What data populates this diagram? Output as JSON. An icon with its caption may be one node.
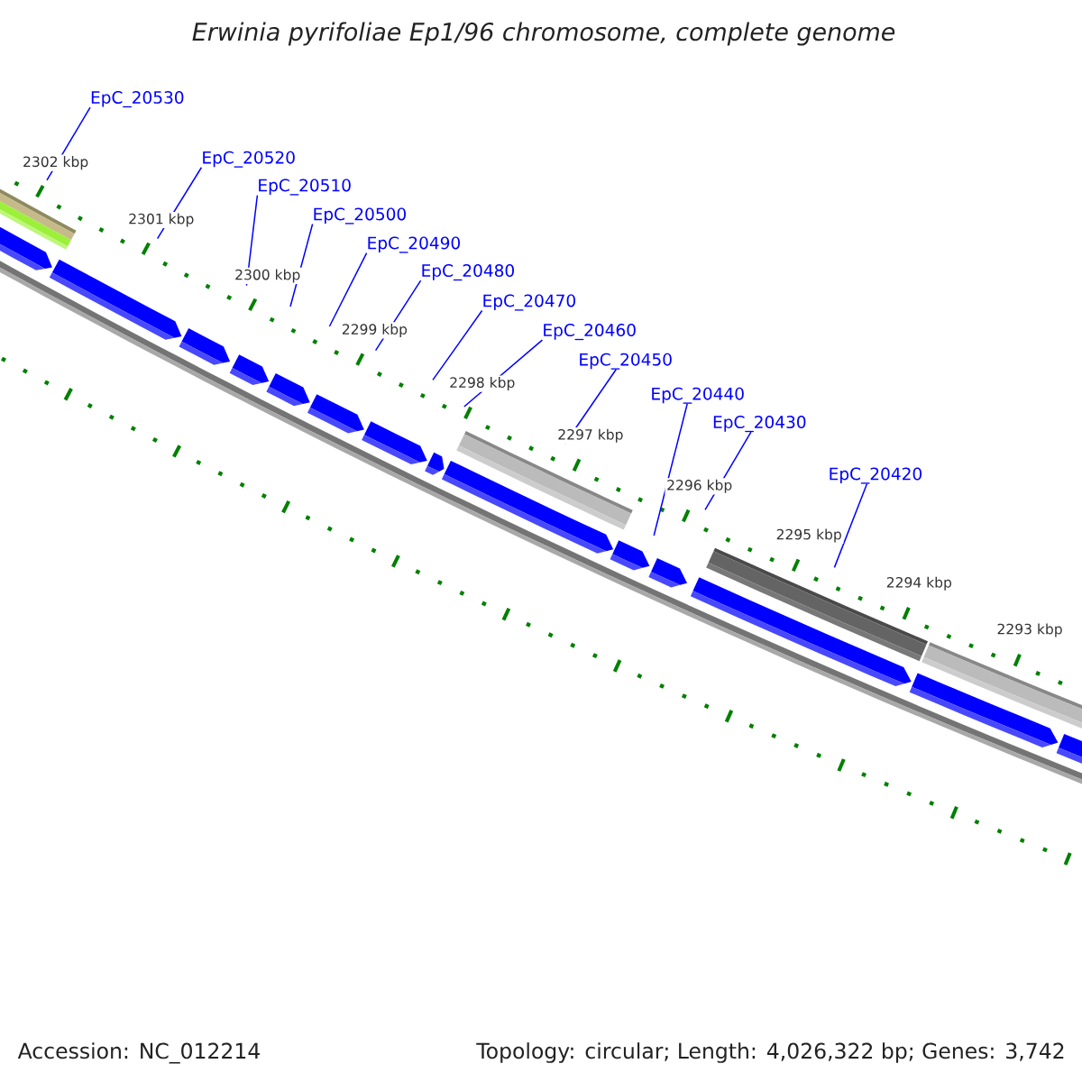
{
  "diagram": {
    "title": "Erwinia pyrifoliae Ep1/96 chromosome, complete genome",
    "nodes": [
      {
        "text": [
          "EpC_20530"
        ]
      },
      {
        "text": [
          "EpC_20520"
        ]
      },
      {
        "text": [
          "EpC_20510"
        ]
      },
      {
        "text": [
          "EpC_20500"
        ]
      },
      {
        "text": [
          "EpC_20490"
        ]
      },
      {
        "text": [
          "EpC_20480"
        ]
      },
      {
        "text": [
          "EpC_20470"
        ]
      },
      {
        "text": [
          "EpC_20460"
        ]
      },
      {
        "text": [
          "EpC_20450"
        ]
      },
      {
        "text": [
          "EpC_20440"
        ]
      },
      {
        "text": [
          "EpC_20430"
        ]
      },
      {
        "text": [
          "EpC_20420"
        ]
      },
      {
        "text": [],
        "shape": "bar"
      },
      {
        "text": [],
        "shape": "bar"
      },
      {
        "text": [],
        "shape": "bar"
      },
      {
        "text": [],
        "shape": "bar"
      },
      {
        "text": [],
        "shape": "arrow"
      },
      {
        "text": [],
        "shape": "arrow"
      },
      {
        "text": [],
        "shape": "arrow"
      },
      {
        "text": [],
        "shape": "arrow"
      },
      {
        "text": [],
        "shape": "arrow"
      },
      {
        "text": [],
        "shape": "arrow"
      },
      {
        "text": [],
        "shape": "arrow"
      },
      {
        "text": [],
        "shape": "arrow"
      },
      {
        "text": [],
        "shape": "arrow"
      },
      {
        "text": [],
        "shape": "arrow"
      },
      {
        "text": [],
        "shape": "arrow"
      },
      {
        "text": [],
        "shape": "arrow"
      },
      {
        "text": [],
        "shape": "arrow"
      },
      {
        "text": [],
        "shape": "arrow"
      }
    ],
    "edges": [
      {
        "from": 0,
        "to": 12,
        "arrow": "none"
      },
      {
        "from": 1,
        "to": 17,
        "arrow": "none"
      },
      {
        "from": 2,
        "to": 18,
        "arrow": "none"
      },
      {
        "from": 3,
        "to": 19,
        "arrow": "none"
      },
      {
        "from": 4,
        "to": 20,
        "arrow": "none"
      },
      {
        "from": 5,
        "to": 21,
        "arrow": "none"
      },
      {
        "from": 6,
        "to": 22,
        "arrow": "none"
      },
      {
        "from": 7,
        "to": 13,
        "arrow": "none"
      },
      {
        "from": 8,
        "to": 13,
        "arrow": "none"
      },
      {
        "from": 9,
        "to": 25,
        "arrow": "none"
      },
      {
        "from": 10,
        "to": null,
        "arrow": "none"
      },
      {
        "from": 11,
        "to": 14,
        "arrow": "none"
      }
    ],
    "labels": [
      "2302 kbp",
      "2301 kbp",
      "2300 kbp",
      "2299 kbp",
      "2298 kbp",
      "2297 kbp",
      "2296 kbp",
      "2295 kbp",
      "2294 kbp",
      "2293 kbp",
      "Accession: NC_012214",
      "Topology: circular; Length: 4,026,322 bp; Genes: 3,742"
    ]
  }
}
